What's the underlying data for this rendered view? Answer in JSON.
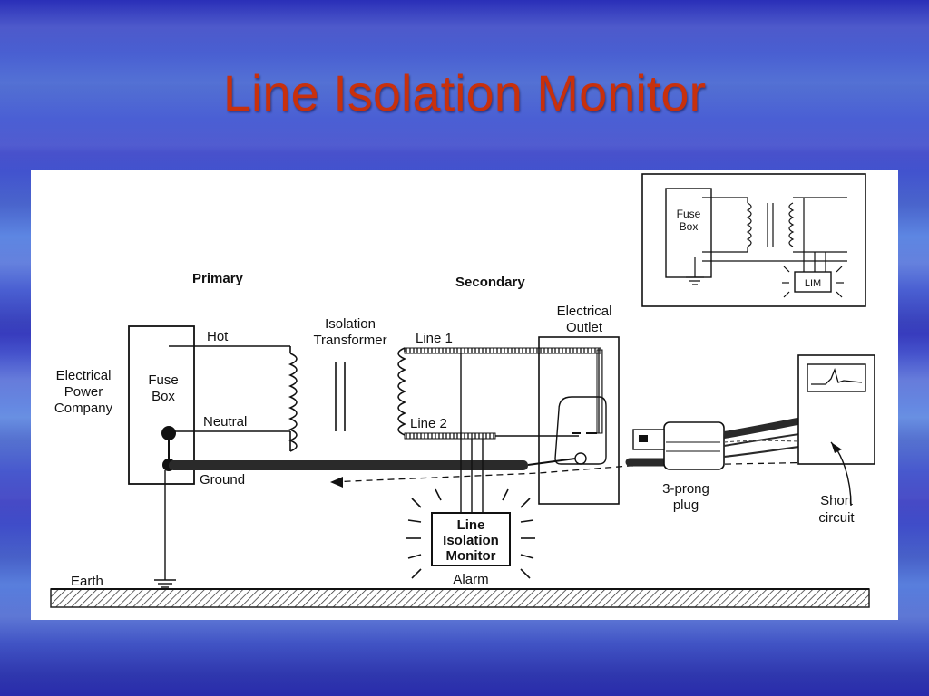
{
  "slide": {
    "title": "Line Isolation Monitor",
    "title_color": "#c8300c",
    "background_color": "#3a44c8"
  },
  "diagram": {
    "primary": "Primary",
    "secondary": "Secondary",
    "power_company": [
      "Electrical",
      "Power",
      "Company"
    ],
    "fuse_box": [
      "Fuse",
      "Box"
    ],
    "hot": "Hot",
    "neutral": "Neutral",
    "ground": "Ground",
    "earth": "Earth",
    "transformer": [
      "Isolation",
      "Transformer"
    ],
    "line1": "Line 1",
    "line2": "Line 2",
    "outlet": [
      "Electrical",
      "Outlet"
    ],
    "lim": [
      "Line",
      "Isolation",
      "Monitor"
    ],
    "alarm": "Alarm",
    "plug": [
      "3-prong",
      "plug"
    ],
    "short": [
      "Short",
      "circuit"
    ],
    "inset_fuse": [
      "Fuse",
      "Box"
    ],
    "inset_lim": "LIM"
  }
}
